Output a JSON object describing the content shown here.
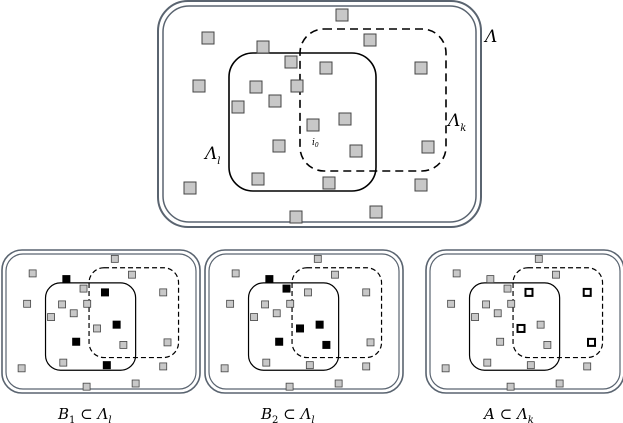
{
  "labels": {
    "lambda": "Λ",
    "lambda_k": "Λ",
    "lambda_k_sub": "k",
    "lambda_l": "Λ",
    "lambda_l_sub": "l",
    "site_i0": "i",
    "site_i0_sub": "0"
  },
  "captions": [
    {
      "main": "B",
      "sub": "1",
      "rel": " ⊂ Λ",
      "rel_sub": "l"
    },
    {
      "main": "B",
      "sub": "2",
      "rel": " ⊂ Λ",
      "rel_sub": "l"
    },
    {
      "main": "A",
      "sub": "",
      "rel": " ⊂ Λ",
      "rel_sub": "k"
    }
  ],
  "colors": {
    "site_fill": "#c8c8c8",
    "site_stroke": "#444444",
    "selected_fill": "#000000",
    "outer_border": "#5a6470"
  }
}
